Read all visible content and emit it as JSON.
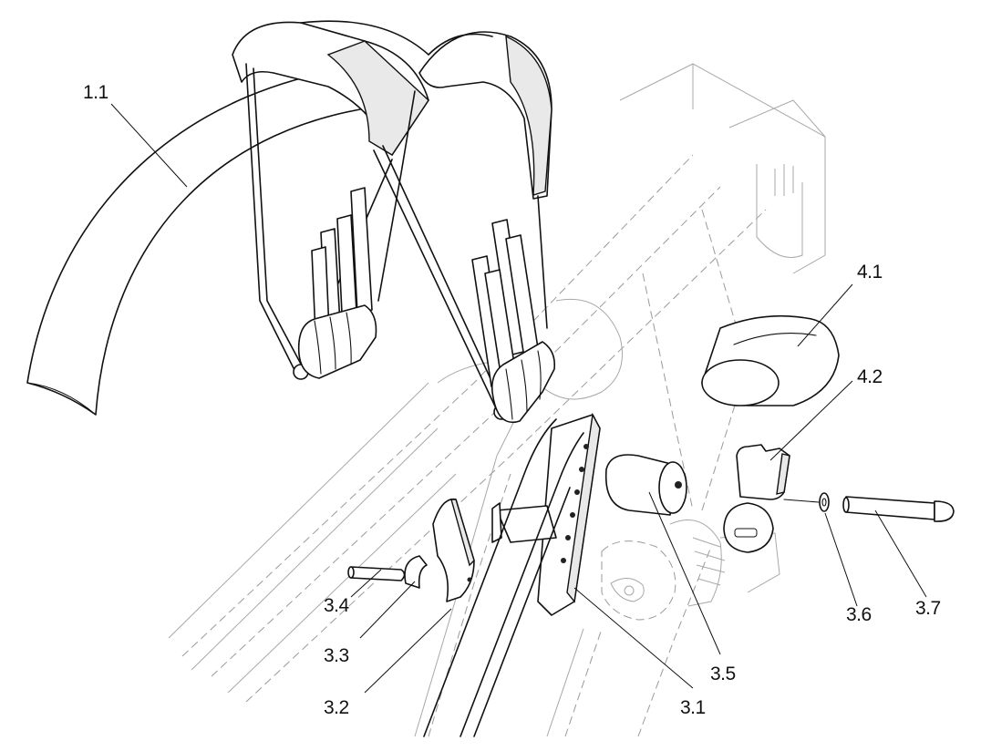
{
  "diagram": {
    "callouts": [
      {
        "id": "1.1",
        "text": "1.1"
      },
      {
        "id": "4.1",
        "text": "4.1"
      },
      {
        "id": "4.2",
        "text": "4.2"
      },
      {
        "id": "3.4",
        "text": "3.4"
      },
      {
        "id": "3.3",
        "text": "3.3"
      },
      {
        "id": "3.2",
        "text": "3.2"
      },
      {
        "id": "3.1",
        "text": "3.1"
      },
      {
        "id": "3.5",
        "text": "3.5"
      },
      {
        "id": "3.6",
        "text": "3.6"
      },
      {
        "id": "3.7",
        "text": "3.7"
      }
    ]
  }
}
